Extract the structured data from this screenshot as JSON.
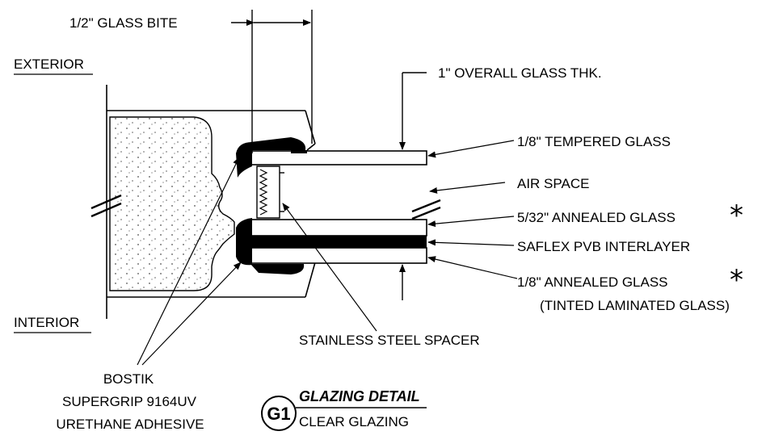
{
  "labels": {
    "glass_bite": "1/2\" GLASS BITE",
    "exterior": "EXTERIOR",
    "interior": "INTERIOR",
    "overall_thk": "1\" OVERALL GLASS THK.",
    "tempered": "1/8\" TEMPERED GLASS",
    "air_space": "AIR SPACE",
    "annealed_532": "5/32\" ANNEALED GLASS",
    "saflex": "SAFLEX PVB INTERLAYER",
    "annealed_18": "1/8\" ANNEALED GLASS",
    "tinted": "(TINTED LAMINATED GLASS)",
    "spacer": "STAINLESS STEEL SPACER",
    "bostik_1": "BOSTIK",
    "bostik_2": "SUPERGRIP 9164UV",
    "bostik_3": "URETHANE ADHESIVE",
    "asterisk": "*"
  },
  "title": {
    "tag": "G1",
    "name": "GLAZING DETAIL",
    "subtitle": "CLEAR GLAZING"
  }
}
